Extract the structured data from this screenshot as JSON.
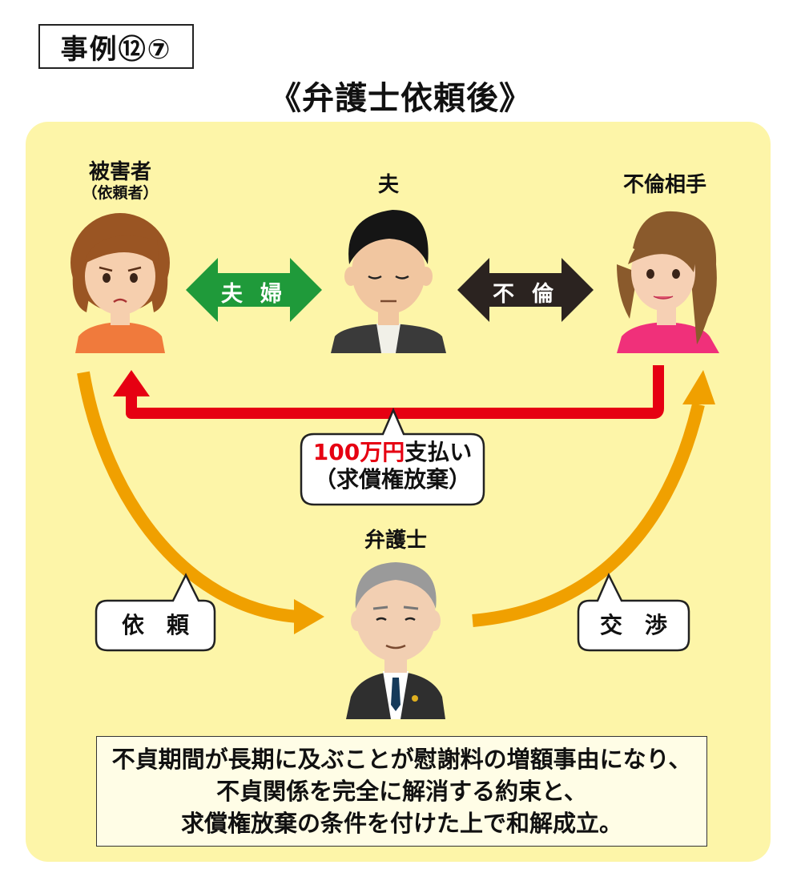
{
  "case_label": "事例⑫⑦",
  "title": "《弁護士依頼後》",
  "people": {
    "victim": {
      "label": "被害者",
      "sub": "（依頼者）"
    },
    "husband": {
      "label": "夫"
    },
    "partner": {
      "label": "不倫相手"
    },
    "lawyer": {
      "label": "弁護士"
    }
  },
  "relations": {
    "couple": "夫婦",
    "affair": "不倫"
  },
  "payment": {
    "amount": "100万円",
    "action": "支払い",
    "note": "（求償権放棄）"
  },
  "callouts": {
    "request": "依　頼",
    "negotiate": "交　渉"
  },
  "summary": [
    "不貞期間が長期に及ぶことが慰謝料の増額事由になり、",
    "不貞関係を完全に解消する約束と、",
    "求償権放棄の条件を付けた上で和解成立。"
  ],
  "colors": {
    "panel": "#fdf5a8",
    "green_arrow": "#1f9a3a",
    "dark_arrow": "#2b2320",
    "red_arrow": "#e60012",
    "orange_arrow": "#f0a000"
  }
}
